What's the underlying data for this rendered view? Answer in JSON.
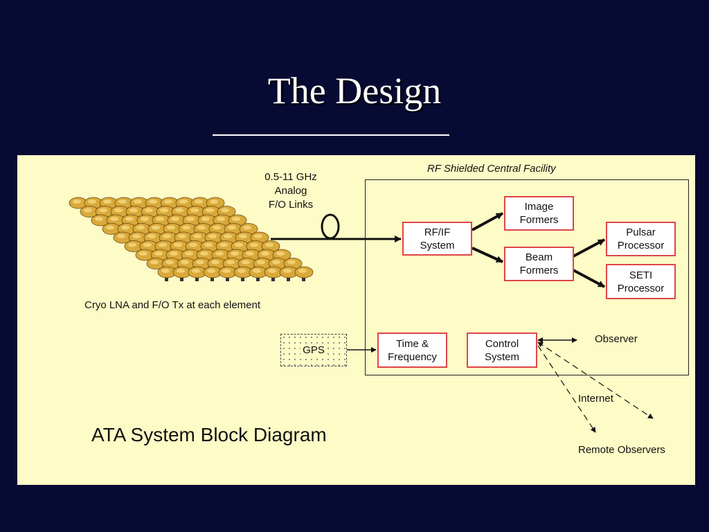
{
  "slide": {
    "title": "The Design"
  },
  "diagram": {
    "facility_label": "RF Shielded Central Facility",
    "link_label": [
      "0.5-11 GHz",
      "Analog",
      "F/O Links"
    ],
    "array_caption": "Cryo LNA and F/O Tx at each element",
    "boxes": {
      "rfif": [
        "RF/IF",
        "System"
      ],
      "image_formers": [
        "Image",
        "Formers"
      ],
      "beam_formers": [
        "Beam",
        "Formers"
      ],
      "pulsar": [
        "Pulsar",
        "Processor"
      ],
      "seti": [
        "SETI",
        "Processor"
      ],
      "time_freq": [
        "Time &",
        "Frequency"
      ],
      "control": [
        "Control",
        "System"
      ]
    },
    "gps_label": "GPS",
    "observer_label": "Observer",
    "internet_label": "Internet",
    "remote_label": "Remote Observers",
    "diagram_title": "ATA System Block Diagram"
  },
  "colors": {
    "background": "#070a33",
    "panel": "#fdfbc6",
    "box_border": "#e0444a",
    "dish": "#d9a93a"
  }
}
